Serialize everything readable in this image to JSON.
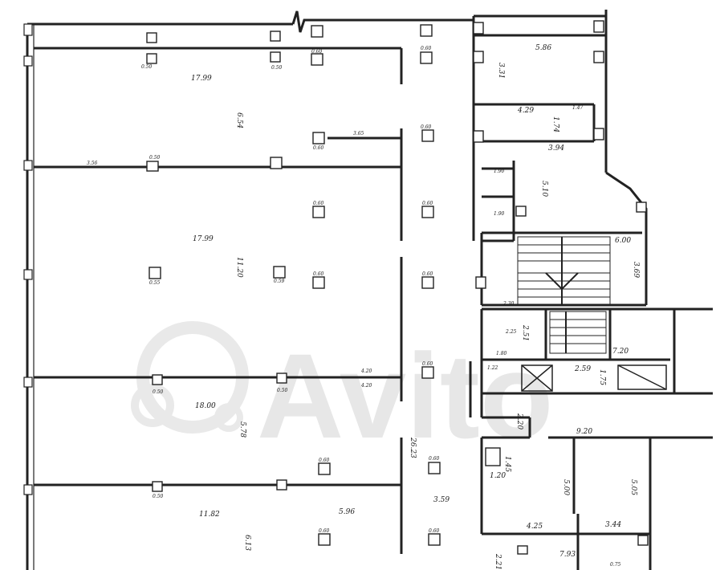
{
  "watermark": {
    "text": "Avito",
    "color": "#e6e6e6"
  },
  "colors": {
    "wall": "#222222",
    "ink": "#1a1a1a",
    "paper": "#ffffff"
  },
  "labels": {
    "r1_len": "17.99",
    "r1_wid": "6.54",
    "r2_len": "17.99",
    "r2_wid": "11.20",
    "r3_len": "18.00",
    "r3_wid": "5.78",
    "r4_len": "11.82",
    "r4_wid": "6.13",
    "r4_len2": "5.96",
    "corr_len": "26.23",
    "corr_wid": "3.59",
    "room_a1": "5.86",
    "room_a2": "3.31",
    "room_b1": "4.29",
    "room_b2": "1.74",
    "room_c1": "3.94",
    "room_c2": "5.10",
    "stair_w": "6.00",
    "stair_h": "3.69",
    "hall1": "2.51",
    "hall2": "7.20",
    "lift1": "2.59",
    "lift2": "1.75",
    "hall3": "9.20",
    "hall4": "2.20",
    "room_d1": "1.20",
    "room_d2": "1.45",
    "room_e1": "5.00",
    "room_e2": "5.05",
    "room_f1": "4.25",
    "room_f2": "3.44",
    "room_g1": "7.93",
    "room_g2": "2.21",
    "small": {
      "s50": "0.50",
      "s60": "0.60",
      "s55": "0.55",
      "s59": "0.59",
      "s365": "3.65",
      "s356": "3.56",
      "s420": "4.20",
      "s190": "1.90",
      "s180": "1.80",
      "s225": "2.25",
      "s122": "1.22",
      "s075": "0.75",
      "s230": "2.30",
      "s147": "1.47"
    }
  }
}
